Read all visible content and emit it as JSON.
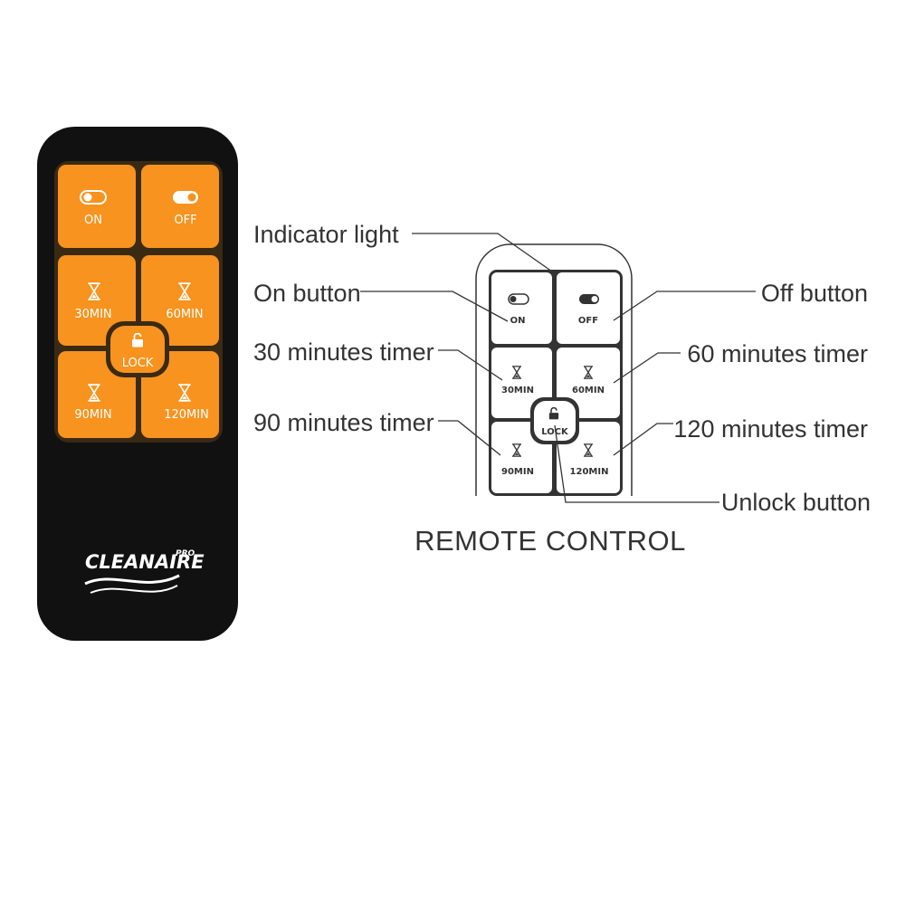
{
  "brand": {
    "name": "CLEANAIRE",
    "suffix": "PRO"
  },
  "buttons": {
    "on": "ON",
    "off": "OFF",
    "t30": "30MIN",
    "t60": "60MIN",
    "t90": "90MIN",
    "t120": "120MIN",
    "lock": "LOCK"
  },
  "callouts": {
    "indicator_light": "Indicator light",
    "on_button": "On button",
    "off_button": "Off button",
    "timer_30": "30 minutes timer",
    "timer_60": "60 minutes timer",
    "timer_90": "90 minutes timer",
    "timer_120": "120 minutes timer",
    "unlock_button": "Unlock button"
  },
  "caption": "REMOTE CONTROL",
  "colors": {
    "orange": "#f7931e",
    "remote_body": "#111111",
    "line": "#333333"
  }
}
